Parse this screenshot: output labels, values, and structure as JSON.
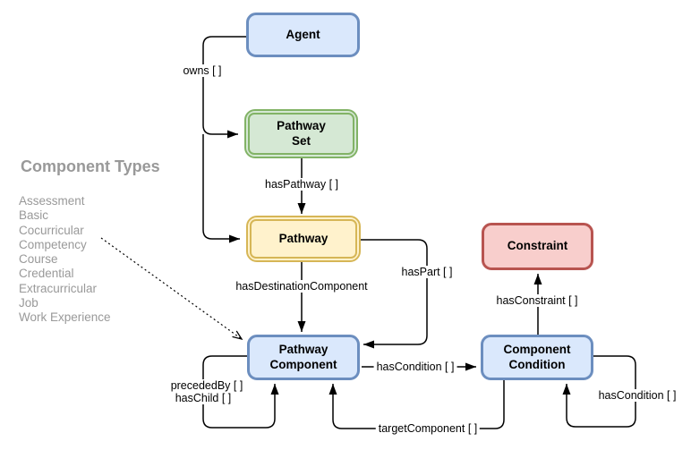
{
  "component_types": {
    "heading": "Component Types",
    "items": [
      "Assessment",
      "Basic",
      "Cocurricular",
      "Competency",
      "Course",
      "Credential",
      "Extracurricular",
      "Job",
      "Work Experience"
    ]
  },
  "nodes": {
    "agent": {
      "label": "Agent",
      "fill": "#dae8fc",
      "stroke": "#6c8ebf"
    },
    "pathway_set": {
      "label": "Pathway\nSet",
      "fill": "#d5e8d4",
      "stroke": "#82b366"
    },
    "pathway": {
      "label": "Pathway",
      "fill": "#fff2cc",
      "stroke": "#d6b656"
    },
    "pathway_component": {
      "label": "Pathway\nComponent",
      "fill": "#dae8fc",
      "stroke": "#6c8ebf"
    },
    "constraint": {
      "label": "Constraint",
      "fill": "#f8cecc",
      "stroke": "#b85450"
    },
    "component_condition": {
      "label": "Component\nCondition",
      "fill": "#dae8fc",
      "stroke": "#6c8ebf"
    }
  },
  "edge_labels": {
    "owns": "owns [ ]",
    "has_pathway": "hasPathway [ ]",
    "has_destination_component": "hasDestinationComponent",
    "has_part": "hasPart [ ]",
    "has_condition": "hasCondition [ ]",
    "has_constraint": "hasConstraint [ ]",
    "preceded_by": "precededBy [ ]",
    "has_child": "hasChild [ ]",
    "target_component": "targetComponent [ ]",
    "has_condition_self": "hasCondition [ ]"
  },
  "colors": {
    "edge": "#000000",
    "muted_text": "#999999",
    "background": "#ffffff",
    "blue_fill": "#dae8fc",
    "blue_stroke": "#6c8ebf",
    "green_fill": "#d5e8d4",
    "green_stroke": "#82b366",
    "yellow_fill": "#fff2cc",
    "yellow_stroke": "#d6b656",
    "red_fill": "#f8cecc",
    "red_stroke": "#b85450"
  }
}
